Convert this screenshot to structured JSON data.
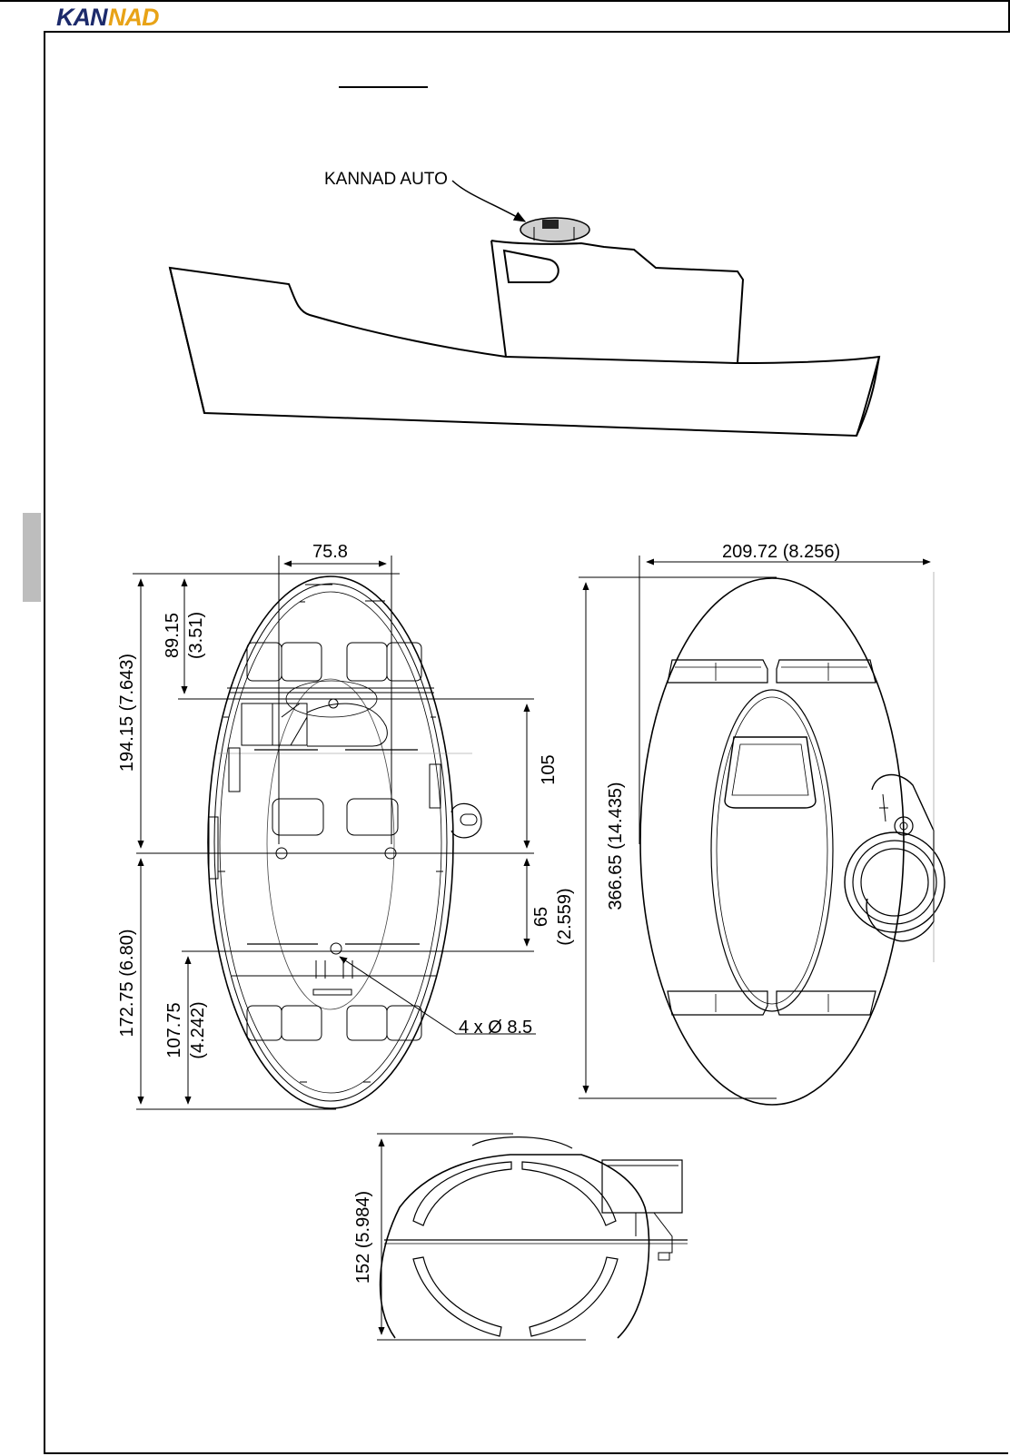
{
  "brand": {
    "logo_text": "KANNAD",
    "colors": {
      "primary": "#1c2a6b",
      "accent": "#e8a317"
    }
  },
  "boat_callout": "KANNAD AUTO",
  "dimensions": {
    "front_width": "75.8",
    "front_top_total": "194.15 (7.643)",
    "front_top_partial_mm": "89.15",
    "front_top_partial_in": "(3.51)",
    "front_right_upper": "105",
    "front_right_lower_mm": "65",
    "front_right_lower_in": "(2.559)",
    "front_bottom_total": "172.75 (6.80)",
    "front_bottom_partial_mm": "107.75",
    "front_bottom_partial_in": "(4.242)",
    "holes": "4 x Ø 8.5",
    "back_width": "209.72 (8.256)",
    "back_height": "366.65 (14.435)",
    "side_height": "152 (5.984)"
  }
}
